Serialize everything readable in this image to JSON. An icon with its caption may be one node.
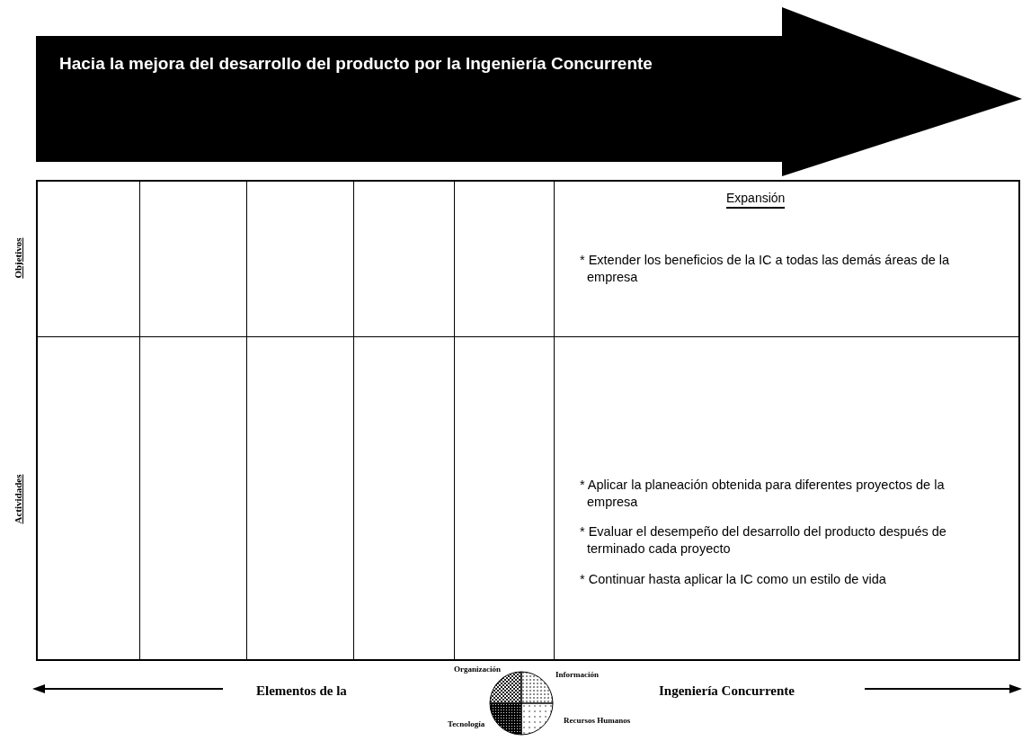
{
  "diagram": {
    "nodes": [
      {
        "text": [
          "Hacia la mejora del desarrollo del producto por la Ingeniería Concurrente"
        ]
      }
    ],
    "labels": [
      "Objetivos",
      "Actividades",
      "Expansión",
      "* Extender los beneficios de la IC a todas las demás áreas de la empresa",
      "* Aplicar la planeación obtenida para diferentes proyectos de la empresa",
      "* Evaluar el desempeño del desarrollo del producto después de terminado cada proyecto",
      "* Continuar hasta aplicar la IC como un estilo de vida",
      "Elementos de la",
      "Ingeniería Concurrente",
      "Organización",
      "Información",
      "Tecnología",
      "Recursos Humanos"
    ]
  }
}
